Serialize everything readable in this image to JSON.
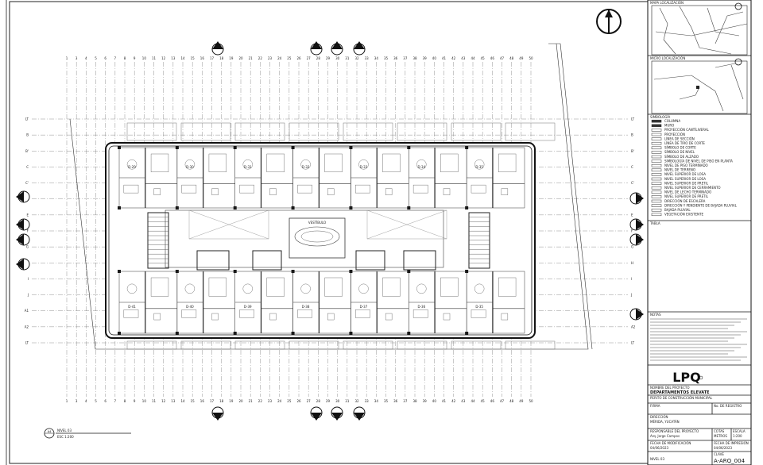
{
  "plan": {
    "grid_top_labels": [
      "1",
      "3",
      "4",
      "5",
      "6",
      "7",
      "8",
      "9",
      "10",
      "11",
      "12",
      "13",
      "14",
      "15",
      "16",
      "17",
      "18",
      "19",
      "20",
      "21",
      "22",
      "23",
      "24",
      "25",
      "26",
      "27",
      "28",
      "29",
      "30",
      "31",
      "32",
      "33",
      "34",
      "35",
      "36",
      "37",
      "38",
      "39",
      "40",
      "41",
      "42",
      "43",
      "44",
      "45",
      "46",
      "47",
      "48",
      "49",
      "50"
    ],
    "grid_side_labels": [
      "LT",
      "B",
      "B'",
      "C",
      "C'",
      "D",
      "E",
      "F",
      "G",
      "H",
      "I",
      "J",
      "A1",
      "A2",
      "LT"
    ],
    "central_label": "VESTÍBULO",
    "units_top": [
      "D-29",
      "D-30",
      "D-31",
      "D-32",
      "D-33",
      "D-34",
      "D-35"
    ],
    "units_bottom": [
      "D-41",
      "D-40",
      "D-39",
      "D-38",
      "D-37",
      "D-36",
      "D-35"
    ],
    "view_label": "NIVEL 03",
    "view_scale": "ESC 1:200",
    "view_ref": "A4"
  },
  "titleblock": {
    "map1_title": "MAPA LOCALIZACIÓN",
    "map2_title": "MICRO LOCALIZACIÓN",
    "legend_title": "SIMBOLOGÍA",
    "legend_items": [
      "COLUMNA",
      "MURO",
      "PROYECCIÓN CANTÍLIVERAL",
      "PROYECCIÓN",
      "LÍNEA DE SECCIÓN",
      "LÍNEA DE TIRO DE CORTE",
      "SÍMBOLO DE CORTE",
      "SÍMBOLO DE NIVEL",
      "SÍMBOLO DE ALZADO",
      "SIMBOLOGÍA DE NIVEL DE PISO EN PLANTA",
      "NIVEL DE PISO TERMINADO",
      "NIVEL DE TERRENO",
      "NIVEL SUPERIOR DE LOSA",
      "NIVEL SUPERIOR DE LOSA",
      "NIVEL SUPERIOR DE PRETIL",
      "NIVEL SUPERIOR DE CERRAMIENTO",
      "NIVEL DE LECHO TERMINADO",
      "NIVEL SUPERIOR DE PRETIL",
      "DIRECCIÓN DE ESCALERA",
      "DIRECCIÓN Y PENDIENTE DE BAJADA PLUVIAL",
      "BAJADA PLUVIAL",
      "VEGETACIÓN EXISTENTE"
    ],
    "notes_title": "TABLA",
    "notes_label": "NOTAS",
    "logo": "LPQ",
    "project_name_label": "NOMBRE DEL PROYECTO",
    "project_name": "DEPARTAMENTOS ELEVATE",
    "project_type": "PERITO DE CONSTRUCCIÓN MUNICIPAL",
    "signature_label": "FIRMA",
    "registry_label": "No. DE REGISTRO",
    "address_label": "DIRECCIÓN",
    "address": "MÉRIDA, YUCATÁN",
    "responsible_label": "RESPONSABLE DEL PROYECTO",
    "responsible": "Arq. Jorge Campos",
    "units_label": "COTAS",
    "units": "METROS",
    "scale_label": "ESCALA",
    "scale": "1:200",
    "mod_date_label": "FECHA DE MODIFICACIÓN",
    "mod_date": "04/06/2023",
    "print_date_label": "FECHA DE IMPRESIÓN",
    "print_date": "04/06/2023",
    "level_label": "NIVEL 03",
    "sheet_label": "CLAVE",
    "sheet_id": "A-ARQ_004"
  }
}
